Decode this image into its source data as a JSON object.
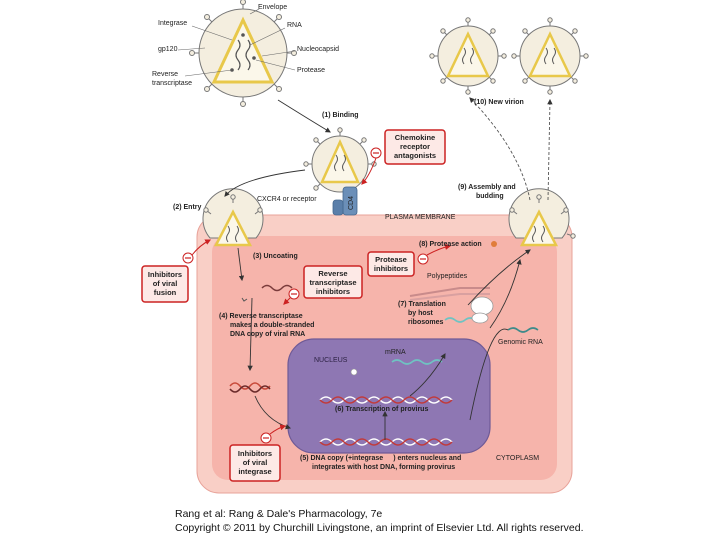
{
  "virion_labels": {
    "envelope": "Envelope",
    "integrase": "Integrase",
    "rna": "RNA",
    "gp120": "gp120",
    "nucleocapsid": "Nucleocapsid",
    "protease": "Protease",
    "reverse_transcriptase_1": "Reverse",
    "reverse_transcriptase_2": "transcriptase"
  },
  "steps": {
    "binding": "(1) Binding",
    "entry": "(2) Entry",
    "uncoating": "(3) Uncoating",
    "rt_1": "(4) Reverse transcriptase",
    "rt_2": "makes a double-stranded",
    "rt_3": "DNA copy of viral RNA",
    "dna_1": "(5) DNA copy (+integrase",
    "dna_1b": ") enters nucleus and",
    "dna_2": "integrates with host DNA, forming provirus",
    "transcription": "(6) Transcription of provirus",
    "translation_1": "(7) Translation",
    "translation_2": "by host",
    "translation_3": "ribosomes",
    "protease_action": "(8) Protease action",
    "assembly_1": "(9) Assembly and",
    "assembly_2": "budding",
    "new_virion": "(10) New virion"
  },
  "labels": {
    "cd4": "CD4",
    "coreceptor": "CXCR4 or receptor",
    "plasma_membrane": "PLASMA MEMBRANE",
    "nucleus": "NUCLEUS",
    "mrna": "mRNA",
    "genomic_rna": "Genomic RNA",
    "polypeptides": "Polypeptides",
    "cytoplasm": "CYTOPLASM"
  },
  "inhibitors": {
    "chemokine": [
      "Chemokine",
      "receptor",
      "antagonists"
    ],
    "fusion": [
      "Inhibitors",
      "of viral",
      "fusion"
    ],
    "rt": [
      "Reverse",
      "transcriptase",
      "inhibitors"
    ],
    "protease": [
      "Protease",
      "inhibitors"
    ],
    "integrase": [
      "Inhibitors",
      "of viral",
      "integrase"
    ]
  },
  "caption": {
    "line1": "Rang et al: Rang & Dale's Pharmacology, 7e",
    "line2": "Copyright © 2011 by Churchill Livingstone, an imprint of Elsevier Ltd. All rights reserved."
  },
  "colors": {
    "cell_outer": "#f9cfc6",
    "cell_inner": "#f6b4ab",
    "nucleus": "#8e77b3",
    "inhibitor_border": "#cc2222",
    "virion_shell": "#f4eedf",
    "capsid": "#e8c84a",
    "arrow": "#333333"
  }
}
